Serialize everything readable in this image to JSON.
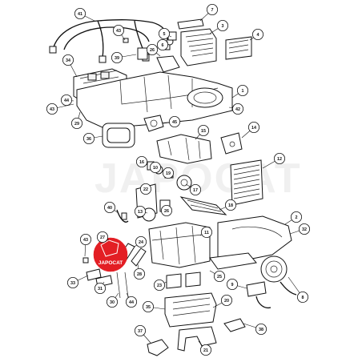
{
  "watermark": {
    "text": "JAPOCAT"
  },
  "logo": {
    "text": "JAPOCAT",
    "color": "#e31e24"
  },
  "colors": {
    "line": "#111111",
    "background": "#ffffff",
    "brand": "#e31e24"
  },
  "callouts": [
    {
      "id": "c41",
      "label": "41"
    },
    {
      "id": "c7",
      "label": "7"
    },
    {
      "id": "c3",
      "label": "3"
    },
    {
      "id": "c4",
      "label": "4"
    },
    {
      "id": "c6",
      "label": "6"
    },
    {
      "id": "c5",
      "label": "5"
    },
    {
      "id": "c43a",
      "label": "43"
    },
    {
      "id": "c39",
      "label": "39"
    },
    {
      "id": "c34",
      "label": "34"
    },
    {
      "id": "c26",
      "label": "26"
    },
    {
      "id": "c44a",
      "label": "44"
    },
    {
      "id": "c43b",
      "label": "43"
    },
    {
      "id": "c1",
      "label": "1"
    },
    {
      "id": "c42",
      "label": "42"
    },
    {
      "id": "c29",
      "label": "29"
    },
    {
      "id": "c45",
      "label": "45"
    },
    {
      "id": "c36",
      "label": "36"
    },
    {
      "id": "c14",
      "label": "14"
    },
    {
      "id": "c15",
      "label": "15"
    },
    {
      "id": "c16",
      "label": "16"
    },
    {
      "id": "c10",
      "label": "10"
    },
    {
      "id": "c19",
      "label": "19"
    },
    {
      "id": "c12",
      "label": "12"
    },
    {
      "id": "c22",
      "label": "22"
    },
    {
      "id": "c18",
      "label": "18"
    },
    {
      "id": "c17",
      "label": "17"
    },
    {
      "id": "c40",
      "label": "40"
    },
    {
      "id": "c13",
      "label": "13"
    },
    {
      "id": "c26b",
      "label": "26"
    },
    {
      "id": "c2",
      "label": "2"
    },
    {
      "id": "c27",
      "label": "27"
    },
    {
      "id": "c11",
      "label": "11"
    },
    {
      "id": "c32",
      "label": "32"
    },
    {
      "id": "c43c",
      "label": "43"
    },
    {
      "id": "c24",
      "label": "24"
    },
    {
      "id": "c33",
      "label": "33"
    },
    {
      "id": "c31",
      "label": "31"
    },
    {
      "id": "c28",
      "label": "28"
    },
    {
      "id": "c30",
      "label": "30"
    },
    {
      "id": "c44b",
      "label": "44"
    },
    {
      "id": "c23",
      "label": "23"
    },
    {
      "id": "c25",
      "label": "25"
    },
    {
      "id": "c9",
      "label": "9"
    },
    {
      "id": "c8",
      "label": "8"
    },
    {
      "id": "c20",
      "label": "20"
    },
    {
      "id": "c35",
      "label": "35"
    },
    {
      "id": "c37",
      "label": "37"
    },
    {
      "id": "c38",
      "label": "38"
    },
    {
      "id": "c21",
      "label": "21"
    }
  ]
}
